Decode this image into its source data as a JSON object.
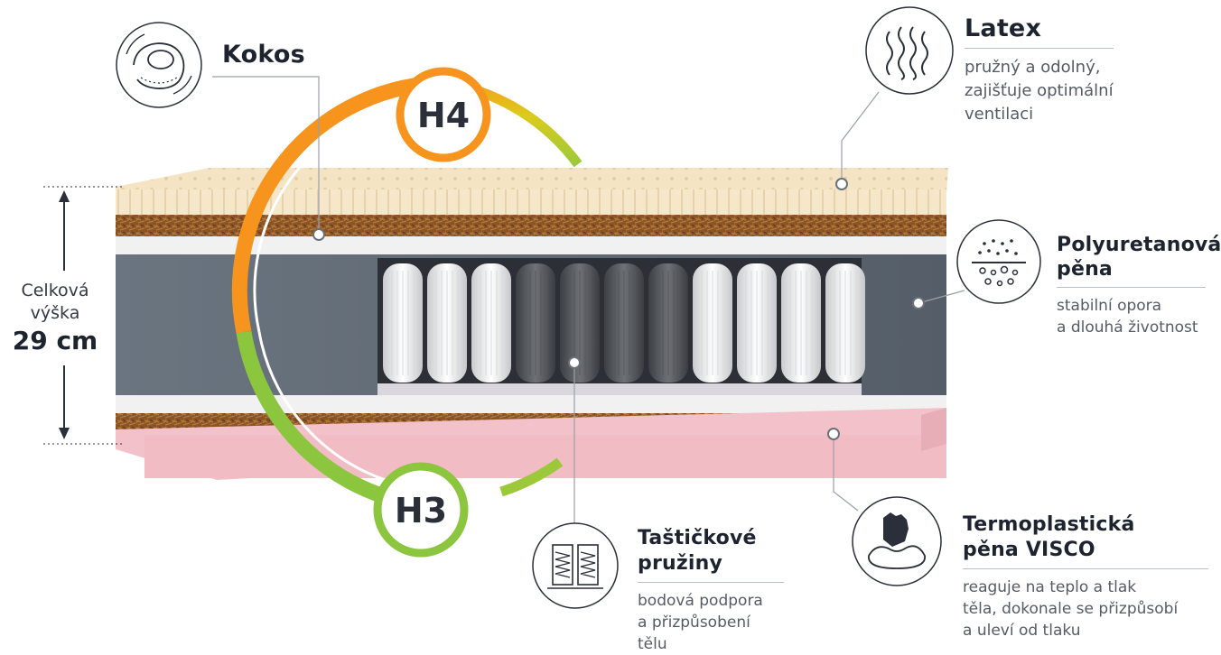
{
  "height": {
    "line1": "Celková",
    "line2": "výška",
    "value": "29 cm"
  },
  "firmness": {
    "top": "H4",
    "bottom": "H3"
  },
  "layers": {
    "kokos": {
      "title": "Kokos",
      "icon": "coconut-icon"
    },
    "latex": {
      "title": "Latex",
      "desc": [
        "pružný a odolný,",
        "zajišťuje optimální",
        "ventilaci"
      ],
      "icon": "latex-waves-icon"
    },
    "polyurethane": {
      "title": [
        "Polyuretanová",
        "pěna"
      ],
      "desc": [
        "stabilní opora",
        "a dlouhá životnost"
      ],
      "icon": "foam-bubbles-icon"
    },
    "pocket_springs": {
      "title": [
        "Taštičkové",
        "pružiny"
      ],
      "desc": [
        "bodová podpora",
        "a přizpůsobení tělu"
      ],
      "icon": "pocket-springs-icon"
    },
    "visco": {
      "title": [
        "Termoplastická",
        "pěna VISCO"
      ],
      "desc": [
        "reaguje na teplo a tlak",
        "těla, dokonale se přizpůsobí",
        "a uleví od tlaku"
      ],
      "icon": "hand-press-foam-icon"
    }
  },
  "colors": {
    "latex": "#f6e6c8",
    "coconut": "#8a5426",
    "white_foam": "#f1f1f2",
    "grey_foam": "#5f6973",
    "visco_pink": "#f2c1c9",
    "arc_orange": "#f7941d",
    "arc_yellow": "#e4c91c",
    "arc_green": "#8cc63f"
  }
}
